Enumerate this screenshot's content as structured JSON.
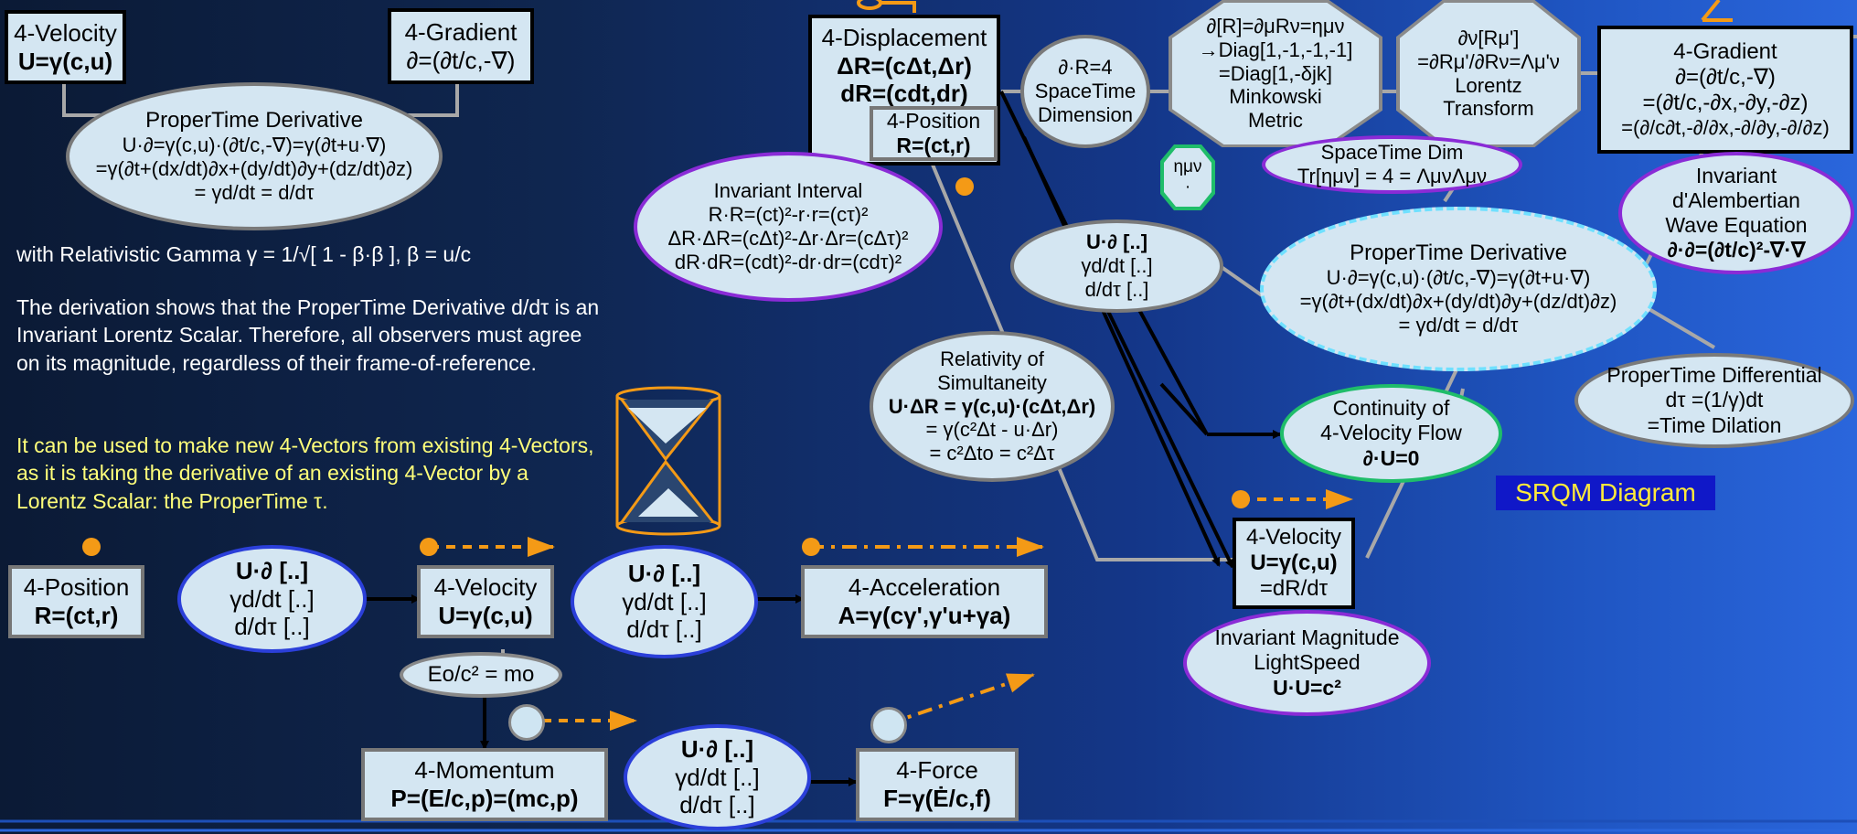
{
  "top_left": {
    "velocity_title": "4-Velocity",
    "velocity_formula": "U=γ(c,u)",
    "gradient_title": "4-Gradient",
    "gradient_formula": "∂=(∂t/c,-∇)",
    "ptd_title": "ProperTime Derivative",
    "ptd_line1": "U·∂=γ(c,u)·(∂t/c,-∇)=γ(∂t+u·∇)",
    "ptd_line2": "=γ(∂t+(dx/dt)∂x+(dy/dt)∂y+(dz/dt)∂z)",
    "ptd_line3": "= γd/dt = d/dτ"
  },
  "explanation": {
    "gamma_line": "with Relativistic Gamma γ = 1/√[ 1 - β·β ], β = u/c",
    "para1": "The derivation shows that the ProperTime Derivative d/dτ is an Invariant Lorentz Scalar.  Therefore, all observers must agree on its magnitude, regardless of their frame-of-reference.",
    "para2": "It can be used to make new 4-Vectors from existing 4-Vectors, as it is taking the derivative of an existing 4-Vector by a Lorentz Scalar: the ProperTime τ."
  },
  "chain": {
    "position_title": "4-Position",
    "position_formula": "R=(ct,r)",
    "op_line1": "U·∂ [..]",
    "op_line2": "γd/dt [..]",
    "op_line3": "d/dτ [..]",
    "velocity_title": "4-Velocity",
    "velocity_formula": "U=γ(c,u)",
    "acceleration_title": "4-Acceleration",
    "acceleration_formula": "A=γ(cγ',γ'u+γa)",
    "rest_mass": "Eo/c² = mo",
    "momentum_title": "4-Momentum",
    "momentum_formula": "P=(E/c,p)=(mc,p)",
    "force_title": "4-Force",
    "force_formula": "F=γ(Ė/c,f)"
  },
  "center": {
    "displacement_title": "4-Displacement",
    "displacement_line1": "ΔR=(cΔt,Δr)",
    "displacement_line2": "dR=(cdt,dr)",
    "position_title": "4-Position",
    "position_formula": "R=(ct,r)",
    "interval_title": "Invariant Interval",
    "interval_line1": "R·R=(ct)²-r·r=(cτ)²",
    "interval_line2": "ΔR·ΔR=(cΔt)²-Δr·Δr=(cΔτ)²",
    "interval_line3": "dR·dR=(cdt)²-dr·dr=(cdτ)²",
    "dim_line1": "∂·R=4",
    "dim_line2": "SpaceTime",
    "dim_line3": "Dimension",
    "op_line1": "U·∂ [..]",
    "op_line2": "γd/dt [..]",
    "op_line3": "d/dτ [..]",
    "ros_title": "Relativity of Simultaneity",
    "ros_line1": "U·ΔR = γ(c,u)·(cΔt,Δr)",
    "ros_line2": "= γ(c²Δt - u·Δr)",
    "ros_line3": "= c²Δto = c²Δτ",
    "continuity_line1": "Continuity of",
    "continuity_line2": "4-Velocity Flow",
    "continuity_line3": "∂·U=0",
    "velocity_title": "4-Velocity",
    "velocity_formula": "U=γ(c,u)",
    "velocity_line2": "=dR/dτ",
    "magnitude_line1": "Invariant Magnitude",
    "magnitude_line2": "LightSpeed",
    "magnitude_line3": "U·U=c²"
  },
  "right": {
    "metric_line1": "∂[R]=∂μRν=ημν",
    "metric_line2": "→Diag[1,-1,-1,-1]",
    "metric_line3": "=Diag[1,-δjk]",
    "metric_line4": "Minkowski",
    "metric_line5": "Metric",
    "eta_label": "ημν",
    "lorentz_line1": "∂ν[Rμ']",
    "lorentz_line2": "=∂Rμ'/∂Rν=Λμ'ν",
    "lorentz_line3": "Lorentz",
    "lorentz_line4": "Transform",
    "gradient_title": "4-Gradient",
    "gradient_line1": "∂=(∂t/c,-∇)",
    "gradient_line2": "=(∂t/c,-∂x,-∂y,-∂z)",
    "gradient_line3": "=(∂/c∂t,-∂/∂x,-∂/∂y,-∂/∂z)",
    "dim_line1": "SpaceTime Dim",
    "dim_line2": "Tr[ημν] = 4 = ΛμνΛμν",
    "ptd_title": "ProperTime Derivative",
    "ptd_line1": "U·∂=γ(c,u)·(∂t/c,-∇)=γ(∂t+u·∇)",
    "ptd_line2": "=γ(∂t+(dx/dt)∂x+(dy/dt)∂y+(dz/dt)∂z)",
    "ptd_line3": "= γd/dt = d/dτ",
    "dalembert_line1": "Invariant",
    "dalembert_line2": "d'Alembertian",
    "dalembert_line3": "Wave Equation",
    "dalembert_line4": "∂·∂=(∂t/c)²-∇·∇",
    "dilation_line1": "ProperTime Differential",
    "dilation_line2": "dτ =(1/γ)dt",
    "dilation_line3": "=Time Dilation",
    "srqm_label": "SRQM Diagram"
  },
  "colors": {
    "blue": "#1133dd",
    "red": "#e01010",
    "orange": "#f49a16",
    "yellow": "#ffff7a",
    "node_fill": "#d4e6f2"
  }
}
